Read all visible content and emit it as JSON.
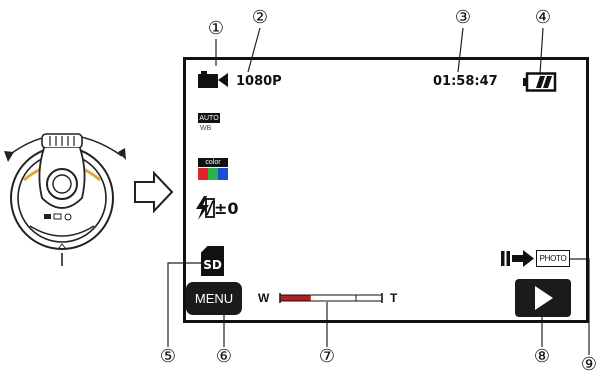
{
  "callouts": [
    "①",
    "②",
    "③",
    "④",
    "⑤",
    "⑥",
    "⑦",
    "⑧",
    "⑨"
  ],
  "screen": {
    "resolution": "1080P",
    "timer": "01:58:47",
    "wb_badge": "AUTO",
    "wb_label": "WB",
    "color_badge": "color",
    "exposure": "±0",
    "storage": "SD",
    "menu_label": "MENU",
    "zoom_wide": "W",
    "zoom_tele": "T",
    "zoom_level": 0.3,
    "mode_target": "PHOTO"
  },
  "icons": {
    "video": "video-camera-icon",
    "battery": "battery-icon",
    "exposure": "exposure-compensation-icon",
    "pause": "pause-icon",
    "arrow": "right-arrow-icon",
    "play": "play-icon",
    "dial": "mode-dial-icon",
    "hollow_arrow": "hollow-arrow-icon"
  },
  "colors": {
    "zoom_fill": "#b32020",
    "color_red": "#e0242a",
    "color_green": "#2bb34a",
    "color_blue": "#1a4fd0",
    "dial_accent": "#e2a33a"
  }
}
